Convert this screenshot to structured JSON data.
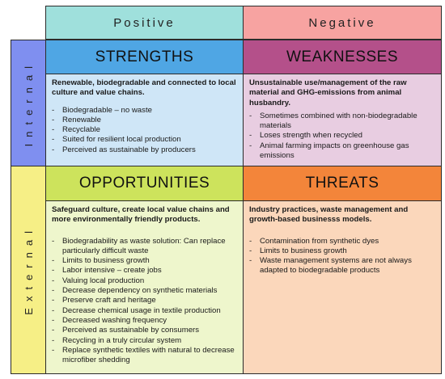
{
  "columns": {
    "positive": "Positive",
    "negative": "Negative"
  },
  "rows": {
    "internal": "Internal",
    "external": "External"
  },
  "quadrants": {
    "strengths": {
      "title": "STRENGTHS",
      "lead": "Renewable, biodegradable and connected to local culture and value chains.",
      "items": [
        "Biodegradable – no waste",
        "Renewable",
        "Recyclable",
        "Suited for resilient local production",
        "Perceived as sustainable by producers"
      ]
    },
    "weaknesses": {
      "title": "WEAKNESSES",
      "lead": "Unsustainable use/management of the raw material and GHG-emissions from animal husbandry.",
      "items": [
        "Sometimes combined with non-biodegradable materials",
        "Loses strength when recycled",
        "Animal farming impacts on greenhouse gas emissions"
      ]
    },
    "opportunities": {
      "title": "OPPORTUNITIES",
      "lead": "Safeguard culture, create local value chains and more environmentally friendly products.",
      "items": [
        "Biodegradability as waste solution: Can replace particularly difficult waste",
        "Limits to business growth",
        "Labor intensive – create jobs",
        "Valuing local production",
        "Decrease dependency on synthetic materials",
        "Preserve craft and heritage",
        "Decrease chemical usage in textile production",
        "Decreased washing frequency",
        "Perceived as sustainable by consumers",
        "Recycling in a truly circular system",
        "Replace synthetic textiles with natural to decrease microfiber shedding"
      ]
    },
    "threats": {
      "title": "THREATS",
      "lead": "Industry practices, waste management and growth-based businesss models.",
      "items": [
        "Contamination from synthetic dyes",
        "Limits to business growth",
        "Waste management systems are not always adapted to biodegradable products"
      ]
    }
  },
  "colors": {
    "positive_header": "#9fe0dc",
    "negative_header": "#f7a3a1",
    "internal_side": "#7f8ff0",
    "external_side": "#f6ef86",
    "strengths_title": "#4fa6e4",
    "strengths_body": "#cfe6f7",
    "weaknesses_title": "#b4508a",
    "weaknesses_body": "#e8cde1",
    "opportunities_title": "#cde35c",
    "opportunities_body": "#eef6cc",
    "threats_title": "#f3853a",
    "threats_body": "#fbd7bb"
  }
}
